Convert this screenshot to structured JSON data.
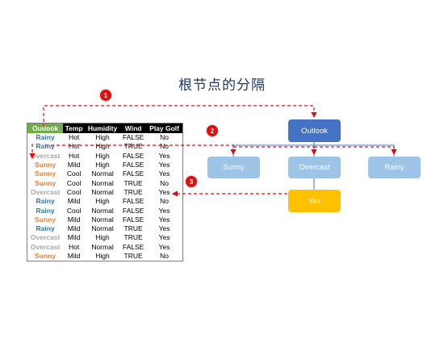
{
  "title": "根节点的分隔",
  "table": {
    "headers": [
      "Outlook",
      "Temp",
      "Humidity",
      "Wind",
      "Play Golf"
    ],
    "rows": [
      [
        "Rainy",
        "Hot",
        "High",
        "FALSE",
        "No"
      ],
      [
        "Rainy",
        "Hot",
        "High",
        "TRUE",
        "No"
      ],
      [
        "Overcast",
        "Hot",
        "High",
        "FALSE",
        "Yes"
      ],
      [
        "Sunny",
        "Mild",
        "High",
        "FALSE",
        "Yes"
      ],
      [
        "Sunny",
        "Cool",
        "Normal",
        "FALSE",
        "Yes"
      ],
      [
        "Sunny",
        "Cool",
        "Normal",
        "TRUE",
        "No"
      ],
      [
        "Overcast",
        "Cool",
        "Normal",
        "TRUE",
        "Yes"
      ],
      [
        "Rainy",
        "Mild",
        "High",
        "FALSE",
        "No"
      ],
      [
        "Rainy",
        "Cool",
        "Normal",
        "FALSE",
        "Yes"
      ],
      [
        "Sunny",
        "Mild",
        "Normal",
        "FALSE",
        "Yes"
      ],
      [
        "Rainy",
        "Mild",
        "Normal",
        "TRUE",
        "Yes"
      ],
      [
        "Overcast",
        "Mild",
        "High",
        "TRUE",
        "Yes"
      ],
      [
        "Overcast",
        "Hot",
        "Normal",
        "FALSE",
        "Yes"
      ],
      [
        "Sunny",
        "Mild",
        "High",
        "TRUE",
        "No"
      ]
    ]
  },
  "outlook_colors": {
    "Rainy": "#2e75b6",
    "Sunny": "#ed7d31",
    "Overcast": "#a6a6a6"
  },
  "tree": {
    "root": "Outlook",
    "branches": [
      "Sunny",
      "Overcast",
      "Rainy"
    ],
    "leaf": "Yes"
  },
  "steps": [
    "1",
    "2",
    "3"
  ],
  "colors": {
    "root_node": "#4472c4",
    "branch_node": "#9dc3e6",
    "leaf_node": "#ffc000",
    "header_highlight": "#70ad47",
    "arrow": "#e01010"
  }
}
